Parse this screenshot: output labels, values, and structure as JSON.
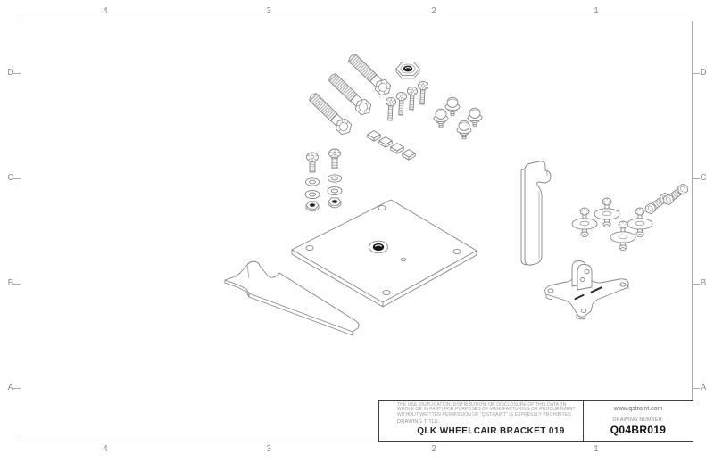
{
  "sheet": {
    "zone_columns": [
      "4",
      "3",
      "2",
      "1"
    ],
    "zone_rows": [
      "D",
      "C",
      "B",
      "A"
    ]
  },
  "title_block": {
    "legal_lines": [
      "THE USE, DUPLICATION, DISTRIBUTION, OR DISCLOSURE OF THIS DATA (IN",
      "WHOLE OR IN PART) FOR PURPOSES OF MANUFACTURING OR PROCUREMENT",
      "WITHOUT WRITTEN PERMISSION OF \"Q'STRAINT\" IS EXPRESSLY PROHIBITED."
    ],
    "drawing_title_label": "DRAWING TITLE:",
    "drawing_title": "QLK WHEELCAIR BRACKET 019",
    "website": "www.qstraint.com",
    "drawing_number_label": "DRAWING NUMBER:",
    "drawing_number": "Q04BR019"
  },
  "colors": {
    "line": "#868686",
    "border": "#a9a9a9",
    "title_block_border": "#3e3e3e",
    "dark_fill": "#1b1b1b"
  }
}
